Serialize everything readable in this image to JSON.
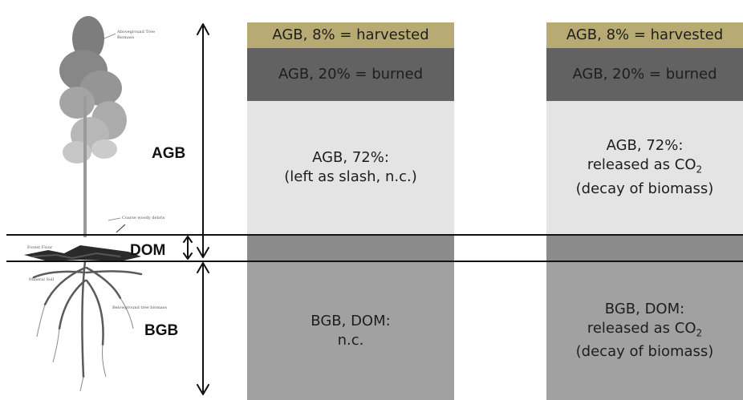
{
  "labels": {
    "agb": "AGB",
    "dom": "DOM",
    "bgb": "BGB"
  },
  "tree_annotations": {
    "aboveground": [
      "Aboveground Tree",
      "Biomass"
    ],
    "coarse_woody": "Coarse woody debris",
    "forest_floor": "Forest Floor",
    "mineral_soil": "Mineral Soil",
    "belowground": "Belowground tree biomass"
  },
  "columns": [
    {
      "harvested": "AGB, 8% = harvested",
      "burned": "AGB, 20% = burned",
      "remaining_lines": [
        "AGB, 72%:",
        "(left as slash, n.c.)"
      ],
      "bgb_lines": [
        "BGB, DOM:",
        "n.c."
      ]
    },
    {
      "harvested": "AGB, 8% = harvested",
      "burned": "AGB, 20% = burned",
      "remaining_lines": [
        "AGB, 72%:",
        "released as CO",
        "(decay of biomass)"
      ],
      "remaining_sub": "2",
      "bgb_lines": [
        "BGB, DOM:",
        "released as CO",
        "(decay of biomass)"
      ],
      "bgb_sub": "2"
    }
  ],
  "colors": {
    "harvested": "#b7aa72",
    "burned": "#626262",
    "remaining": "#e4e4e4",
    "dom_band": "#8b8b8b",
    "bgb": "#a1a1a1"
  }
}
